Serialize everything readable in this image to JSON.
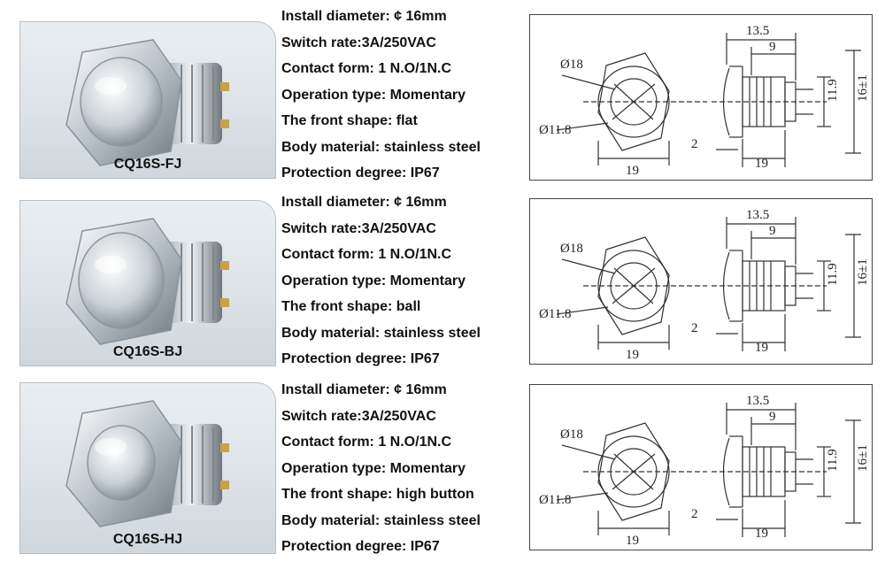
{
  "products": [
    {
      "model": "CQ16S-FJ",
      "front": "flat",
      "specs": [
        "Install diameter: ¢ 16mm",
        "Switch rate:3A/250VAC",
        "Contact form: 1 N.O/1N.C",
        "Operation type: Momentary",
        "The front shape: flat",
        "Body material: stainless steel",
        "Protection degree: IP67"
      ],
      "dims": {
        "d_outer": "Ø18",
        "d_inner": "Ø11.8",
        "width": "19",
        "len_top": "13.5",
        "len_sub": "9",
        "thread": "2",
        "body_len": "19",
        "h1": "11.9",
        "h2": "16±1"
      }
    },
    {
      "model": "CQ16S-BJ",
      "front": "ball",
      "specs": [
        "Install diameter: ¢ 16mm",
        "Switch rate:3A/250VAC",
        "Contact form: 1 N.O/1N.C",
        "Operation type: Momentary",
        "The front shape: ball",
        "Body material: stainless steel",
        "Protection degree: IP67"
      ],
      "dims": {
        "d_outer": "Ø18",
        "d_inner": "Ø11.8",
        "width": "19",
        "len_top": "13.5",
        "len_sub": "9",
        "thread": "2",
        "body_len": "19",
        "h1": "11.9",
        "h2": "16±1"
      }
    },
    {
      "model": "CQ16S-HJ",
      "front": "high button",
      "specs": [
        "Install diameter: ¢ 16mm",
        "Switch rate:3A/250VAC",
        "Contact form: 1 N.O/1N.C",
        "Operation type: Momentary",
        "The front shape: high button",
        "Body material: stainless steel",
        "Protection degree: IP67"
      ],
      "dims": {
        "d_outer": "Ø18",
        "d_inner": "Ø11.8",
        "width": "19",
        "len_top": "13.5",
        "len_sub": "9",
        "thread": "2",
        "body_len": "19",
        "h1": "11.9",
        "h2": "16±1"
      }
    }
  ],
  "colors": {
    "metal_light": "#f4f6f8",
    "metal_dark": "#7d868e",
    "line": "#333333"
  }
}
